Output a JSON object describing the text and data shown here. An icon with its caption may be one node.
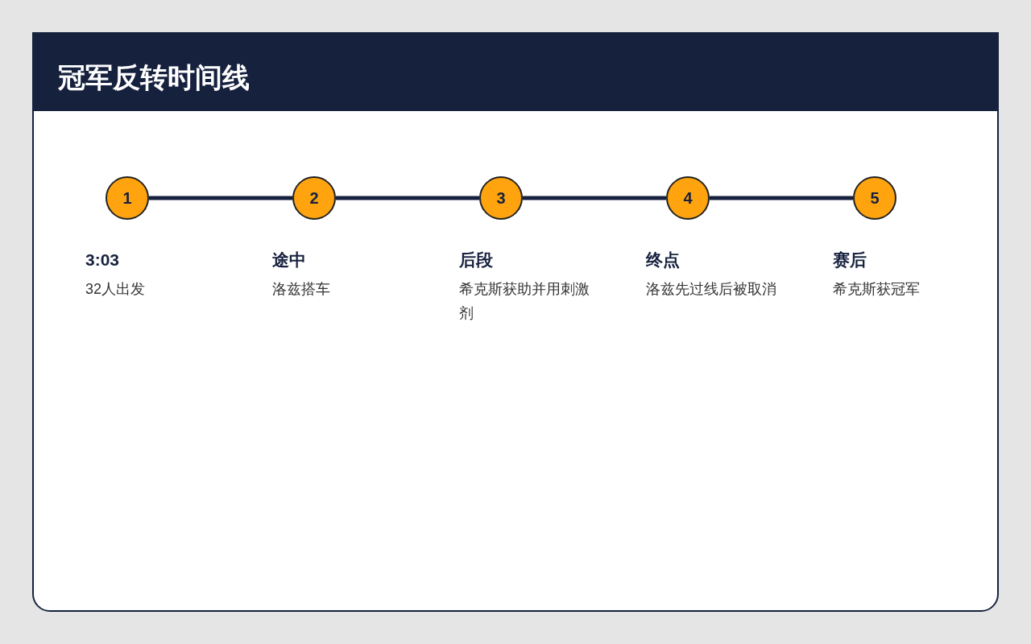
{
  "diagram": {
    "title": "冠军反转时间线",
    "nodes": [
      {
        "text": [
          "1"
        ],
        "beside": [
          "3:03",
          "32人出发"
        ]
      },
      {
        "text": [
          "2"
        ],
        "beside": [
          "途中",
          "洛兹搭车"
        ]
      },
      {
        "text": [
          "3"
        ],
        "beside": [
          "后段",
          "希克斯获助并用刺激剂"
        ]
      },
      {
        "text": [
          "4"
        ],
        "beside": [
          "终点",
          "洛兹先过线后被取消"
        ]
      },
      {
        "text": [
          "5"
        ],
        "beside": [
          "赛后",
          "希克斯获冠军"
        ]
      }
    ],
    "edges": [
      {
        "from": 0,
        "to": 1,
        "arrow": "none"
      },
      {
        "from": 1,
        "to": 2,
        "arrow": "none"
      },
      {
        "from": 2,
        "to": 3,
        "arrow": "none"
      },
      {
        "from": 3,
        "to": 4,
        "arrow": "none"
      }
    ]
  }
}
